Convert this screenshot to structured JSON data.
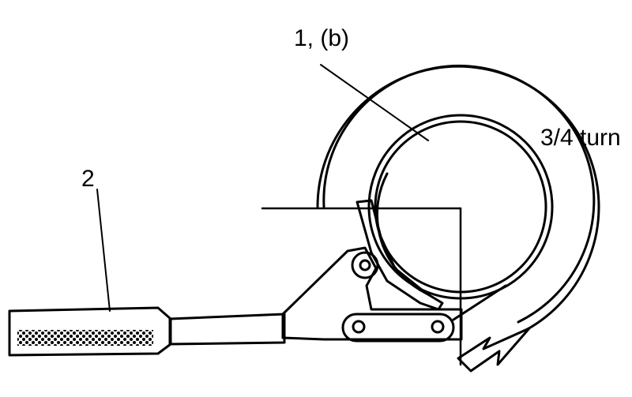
{
  "figure": {
    "labels": {
      "filter_callout": "1, (b)",
      "wrench_callout": "2",
      "rotation": "3/4 turn"
    },
    "colors": {
      "ink": "#000000",
      "background": "#ffffff"
    }
  }
}
